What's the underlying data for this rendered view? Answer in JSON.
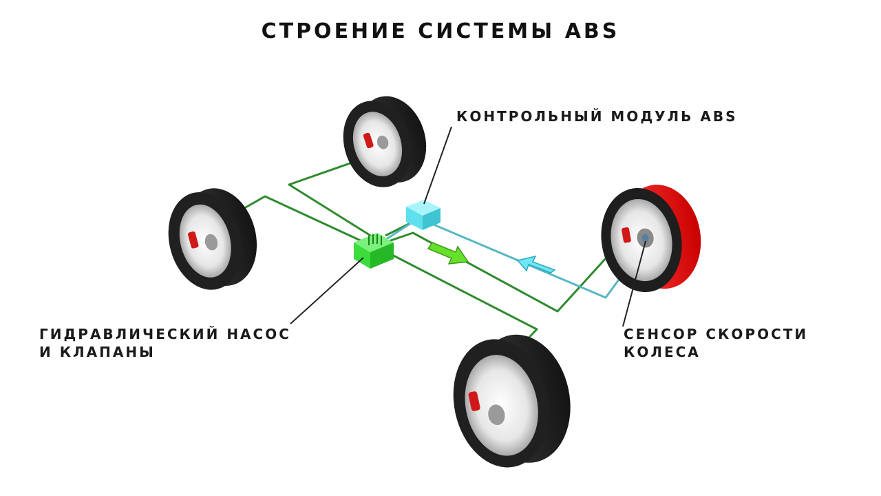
{
  "title": "СТРОЕНИЕ СИСТЕМЫ ABS",
  "labels": {
    "control_module": "КОНТРОЛЬНЫЙ МОДУЛЬ ABS",
    "pump_line1": "ГИДРАВЛИЧЕСКИЙ НАСОС",
    "pump_line2": "И КЛАПАНЫ",
    "sensor_line1": "СЕНСОР СКОРОСТИ",
    "sensor_line2": "КОЛЕСА"
  },
  "colors": {
    "brake_line": "#2e8b2e",
    "sensor_line": "#56b8c4",
    "control_module": "#5fe0ee",
    "pump": "#3ddc3d",
    "tire": "#1c1c1c",
    "highlight_tire": "#e01010",
    "caliper": "#d01818"
  }
}
